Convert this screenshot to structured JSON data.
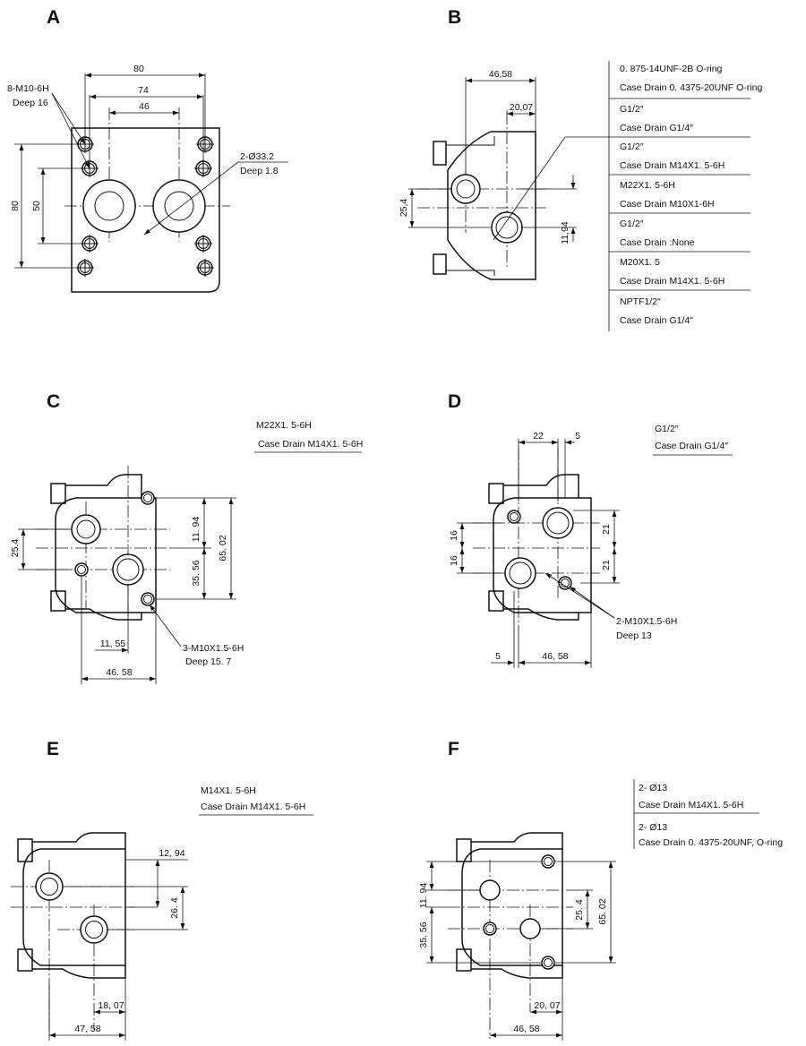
{
  "panels": {
    "a": {
      "label": "A",
      "thread": "8-M10-6H",
      "thread_depth": "Deep 16",
      "bore": "2-Ø33.2",
      "bore_depth": "Deep 1.8",
      "dims": {
        "w80": "80",
        "w74": "74",
        "w46": "46",
        "h80": "80",
        "h50": "50"
      }
    },
    "b": {
      "label": "B",
      "dims": {
        "w4658": "46,58",
        "w2007": "20,07",
        "h254": "25,4",
        "h1194": "11,94"
      },
      "options": [
        {
          "main": "0. 875-14UNF-2B O-ring",
          "drain": "Case Drain 0. 4375-20UNF  O-ring"
        },
        {
          "main": "G1/2″",
          "drain": "Case Drain G1/4″"
        },
        {
          "main": "G1/2″",
          "drain": "Case Drain M14X1. 5-6H"
        },
        {
          "main": "M22X1. 5-6H",
          "drain": "Case Drain M10X1-6H"
        },
        {
          "main": "G1/2″",
          "drain": "Case Drain :None"
        },
        {
          "main": "M20X1. 5",
          "drain": "Case Drain M14X1. 5-6H"
        },
        {
          "main": "NPTF1/2″",
          "drain": "Case Drain G1/4″"
        }
      ]
    },
    "c": {
      "label": "C",
      "main": "M22X1. 5-6H",
      "drain": "Case  Drain M14X1. 5-6H",
      "thread": "3-M10X1.5-6H",
      "thread_depth": "Deep 15. 7",
      "dims": {
        "h254": "25.4",
        "h1194": "11. 94",
        "h3556": "35. 56",
        "h6502": "65. 02",
        "w1155": "11, 55",
        "w4658": "46. 58"
      }
    },
    "d": {
      "label": "D",
      "main": "G1/2″",
      "drain": "Case Drain G1/4″",
      "thread": "2-M10X1.5-6H",
      "thread_depth": "Deep 13",
      "dims": {
        "w22": "22",
        "w5top": "5",
        "h16a": "16",
        "h16b": "16",
        "h21a": "21",
        "h21b": "21",
        "w5bot": "5",
        "w4658": "46, 58"
      }
    },
    "e": {
      "label": "E",
      "main": "M14X1. 5-6H",
      "drain": "Case Drain M14X1. 5-6H",
      "dims": {
        "w1294": "12, 94",
        "h264": "26. 4",
        "w1807": "18, 07",
        "w4758": "47, 58"
      }
    },
    "f": {
      "label": "F",
      "options": [
        {
          "main": "2- Ø13",
          "drain": "Case Drain M14X1. 5-6H"
        },
        {
          "main": "2- Ø13",
          "drain": "Case Drain 0. 4375-20UNF, O-ring"
        }
      ],
      "dims": {
        "h1194": "11. 94",
        "h3556": "35. 56",
        "h254": "25. 4",
        "h6502": "65. 02",
        "w2007": "20, 07",
        "w4658": "46, 58"
      }
    }
  }
}
